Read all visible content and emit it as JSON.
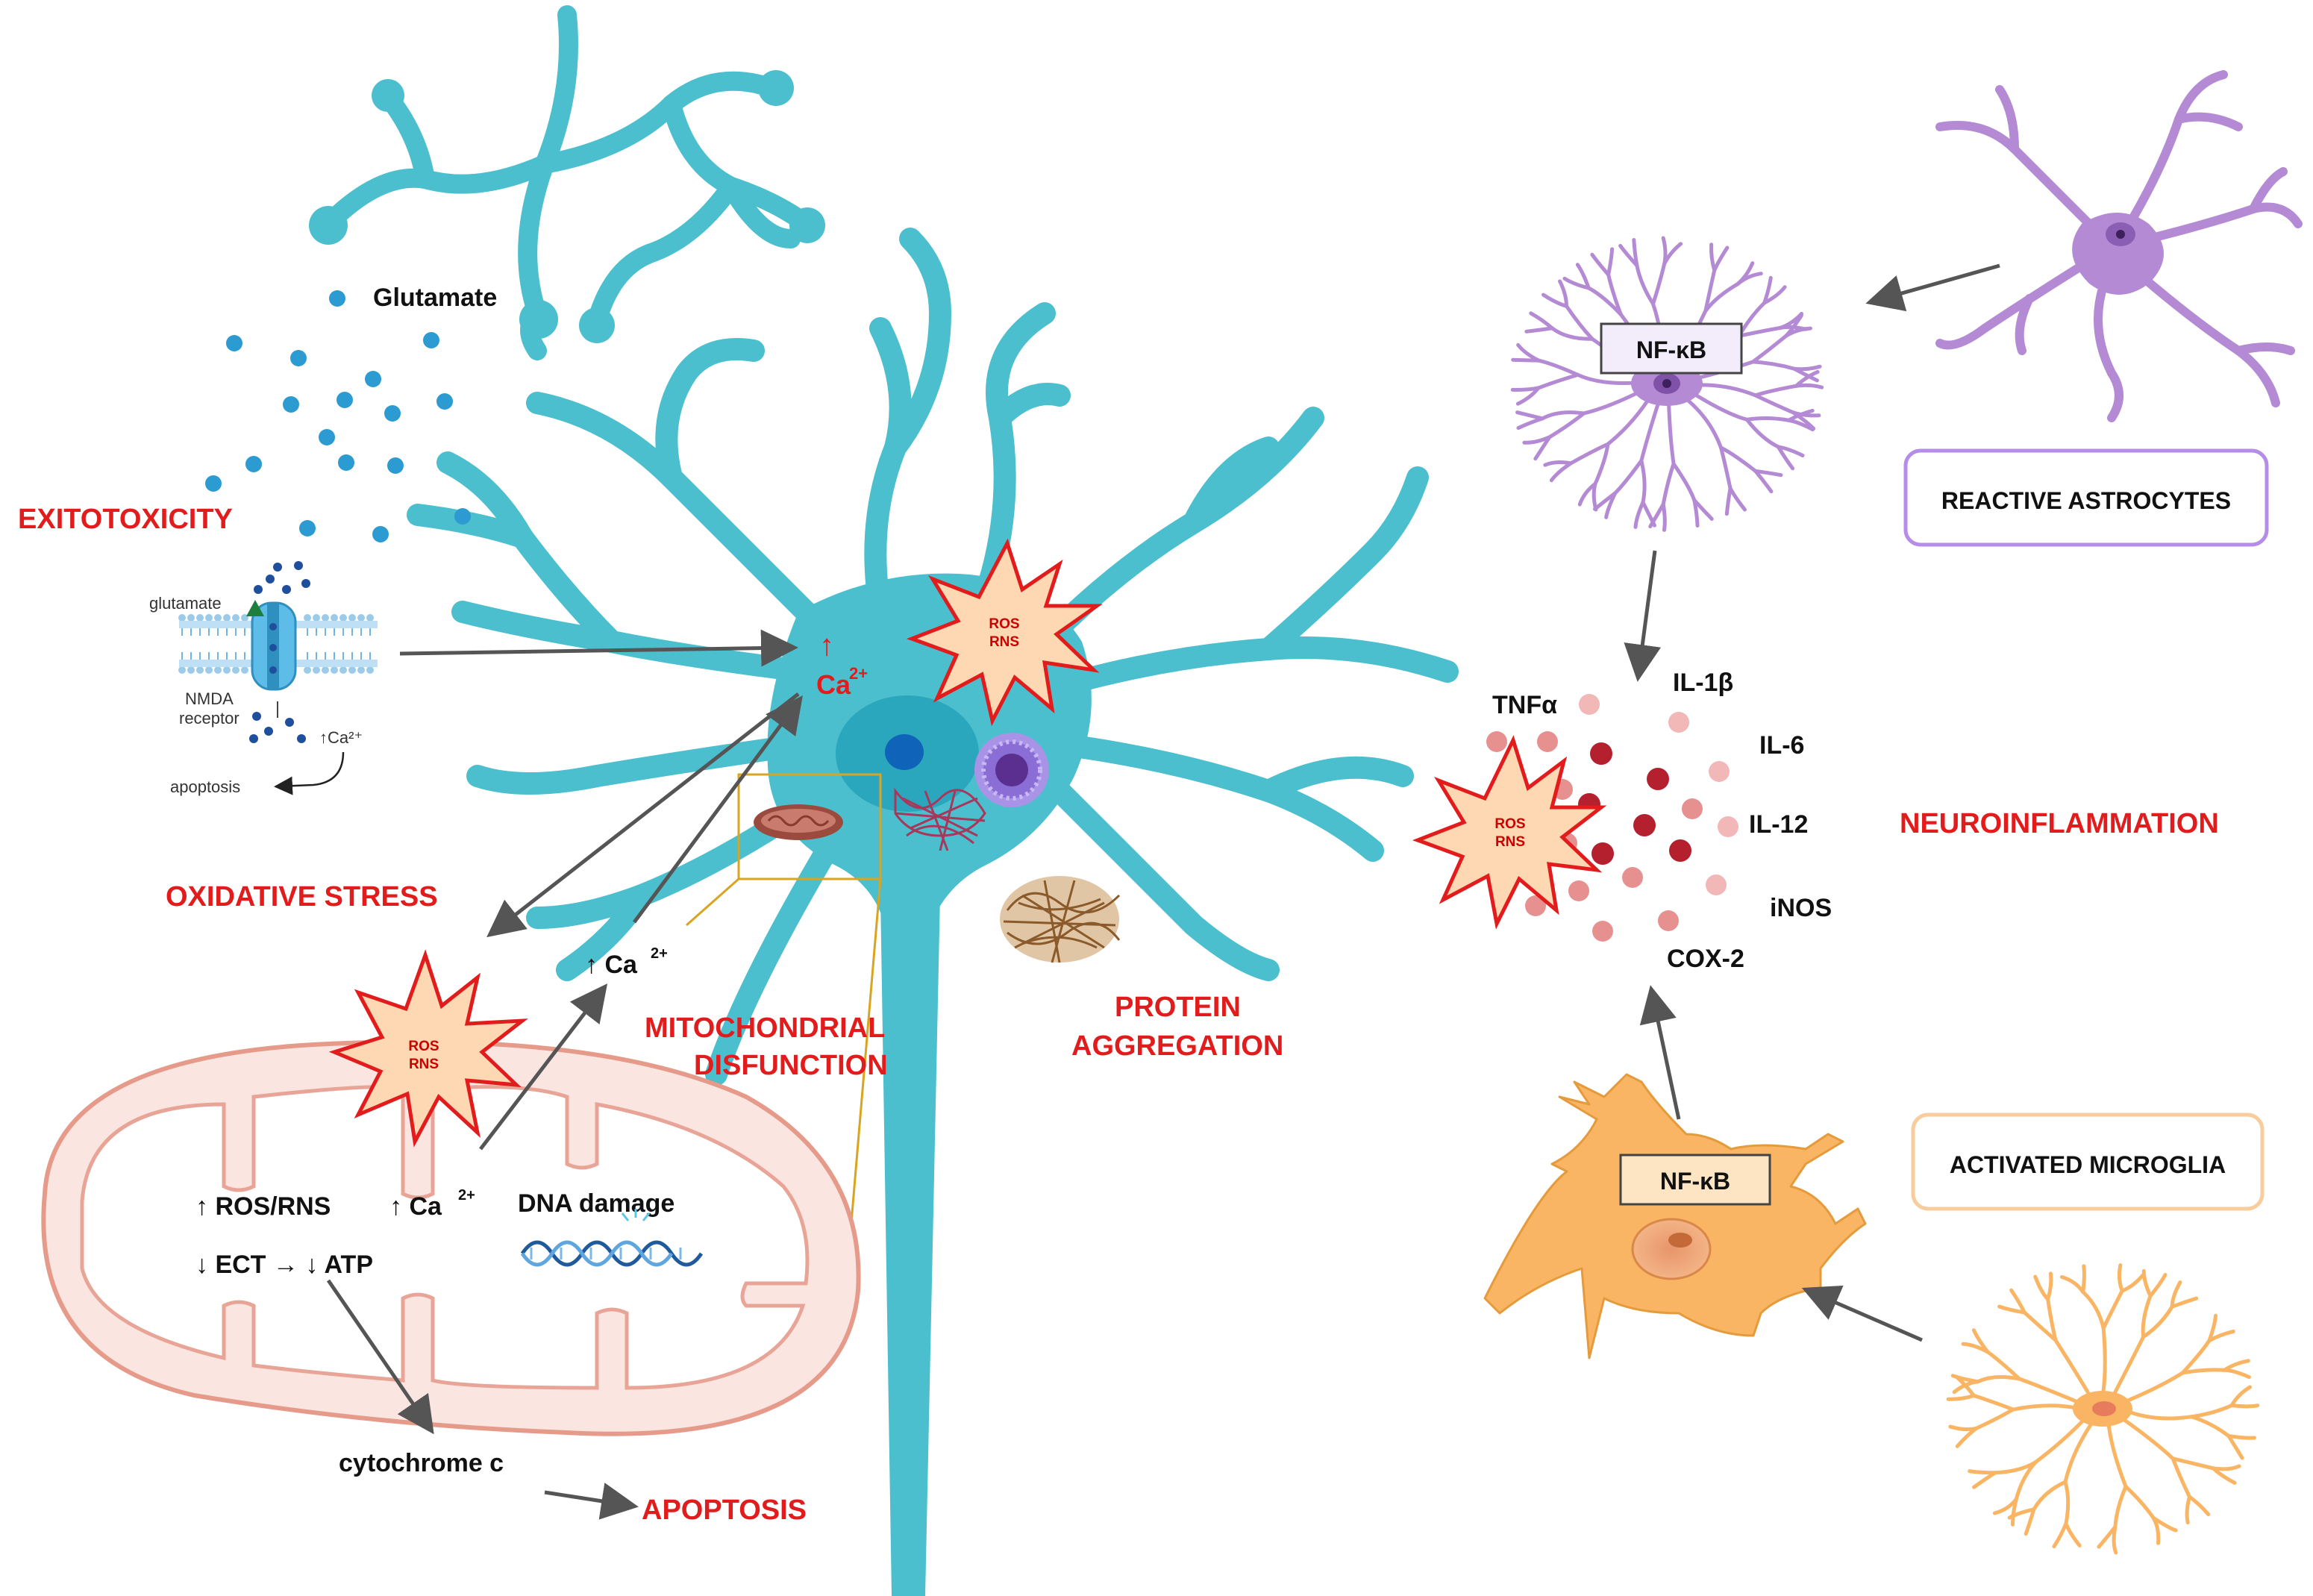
{
  "colors": {
    "neuron": "#4cbfce",
    "neuron_stroke": "#2a9fb1",
    "red": "#e21c1c",
    "astrocyte": "#b38ad3",
    "microglia": "#f9b563",
    "mito_fill": "#fbe5e0",
    "mito_stroke": "#e59a8a"
  },
  "labels": {
    "glutamate": "Glutamate",
    "excitotoxicity": "EXITOTOXICITY",
    "nmda_glutamate": "glutamate",
    "nmda_receptor_1": "NMDA",
    "nmda_receptor_2": "receptor",
    "nmda_ca": "↑Ca²⁺",
    "nmda_apoptosis": "apoptosis",
    "oxidative_stress": "OXIDATIVE STRESS",
    "ca_soma_arrow": "↑",
    "ca_soma": "Ca",
    "ca_soma_sup": "2+",
    "ca_mid": "↑ Ca",
    "ca_mid_sup": "2+",
    "mito_dysfunction_1": "MITOCHONDRIAL",
    "mito_dysfunction_2": "DISFUNCTION",
    "protein_aggregation_1": "PROTEIN",
    "protein_aggregation_2": "AGGREGATION",
    "mito_ros_rns": "↑ ROS/RNS",
    "mito_ca": "↑ Ca",
    "mito_ca_sup": "2+",
    "dna_damage": "DNA damage",
    "mito_ect_atp": "↓ ECT → ↓ ATP",
    "cytochrome_c": "cytochrome c",
    "apoptosis": "APOPTOSIS",
    "ros": "ROS",
    "rns": "RNS",
    "nfkb_astro": "NF-κB",
    "nfkb_micro": "NF-κB",
    "reactive_astrocytes": "REACTIVE ASTROCYTES",
    "activated_microglia": "ACTIVATED MICROGLIA",
    "neuroinflammation": "NEUROINFLAMMATION",
    "tnfa": "TNFα",
    "il1b": "IL-1β",
    "il6": "IL-6",
    "il12": "IL-12",
    "inos": "iNOS",
    "cox2": "COX-2"
  }
}
